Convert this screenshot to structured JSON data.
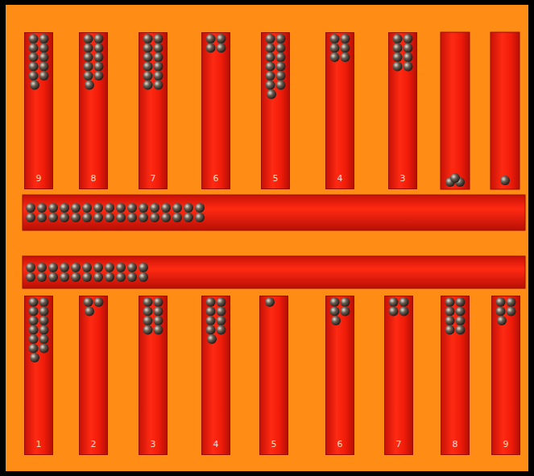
{
  "diagram": {
    "nodes": [
      {
        "text": [
          "9"
        ]
      },
      {
        "text": [
          "8"
        ]
      },
      {
        "text": [
          "7"
        ]
      },
      {
        "text": [
          "6"
        ]
      },
      {
        "text": [
          "5"
        ]
      },
      {
        "text": [
          "4"
        ]
      },
      {
        "text": [
          "3"
        ]
      },
      {
        "text": [
          "1"
        ]
      },
      {
        "text": [
          "2"
        ]
      },
      {
        "text": [
          "3"
        ]
      },
      {
        "text": [
          "4"
        ]
      },
      {
        "text": [
          "5"
        ]
      },
      {
        "text": [
          "6"
        ]
      },
      {
        "text": [
          "7"
        ]
      },
      {
        "text": [
          "8"
        ]
      },
      {
        "text": [
          "9"
        ]
      }
    ]
  }
}
